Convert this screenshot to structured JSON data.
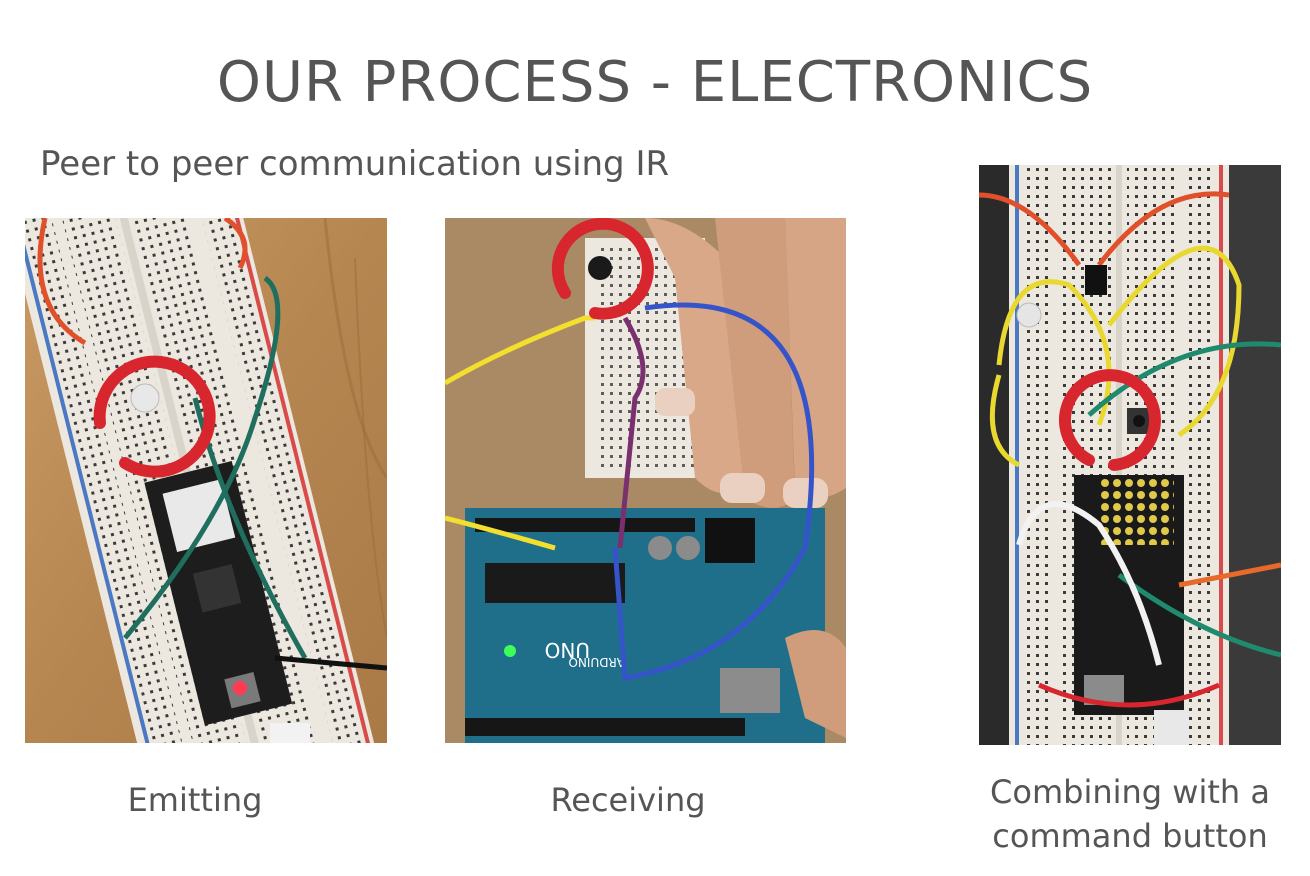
{
  "slide": {
    "title": "OUR PROCESS - ELECTRONICS",
    "subtitle": "Peer to peer communication using IR"
  },
  "photos": [
    {
      "caption": "Emitting",
      "icon": "breadboard-emitter-photo"
    },
    {
      "caption": "Receiving",
      "icon": "arduino-receiver-photo"
    },
    {
      "caption_line1": "Combining with a",
      "caption_line2": "command button",
      "icon": "breadboard-button-photo"
    }
  ],
  "photo_labels": {
    "arduino_brand": "ARDUINO",
    "board_model": "UNO"
  },
  "colors": {
    "text": "#555555",
    "highlight_circle": "#d8262e",
    "wood": "#b98a55",
    "cardboard": "#a98a64",
    "arduino_board": "#1f6f8b",
    "breadboard": "#ece8e0"
  }
}
